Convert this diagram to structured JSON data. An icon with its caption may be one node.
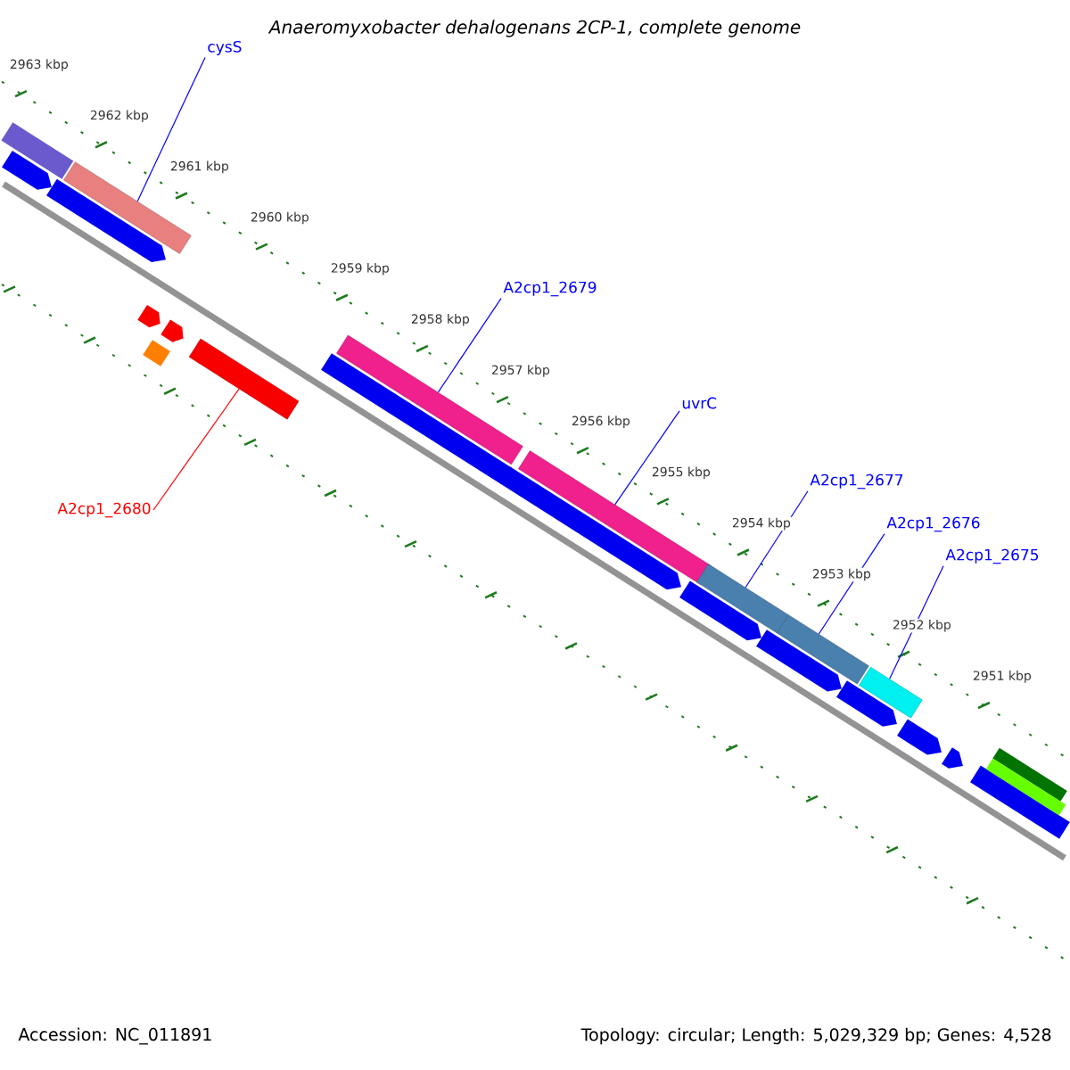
{
  "diagram": {
    "title": "Anaeromyxobacter dehalogenans 2CP-1, complete genome",
    "nodes": [
      {
        "text": [
          "cysS"
        ]
      },
      {
        "text": [
          "A2cp1_2679"
        ]
      },
      {
        "text": [
          "uvrC"
        ]
      },
      {
        "text": [
          "A2cp1_2677"
        ]
      },
      {
        "text": [
          "A2cp1_2680"
        ]
      },
      {
        "text": [
          "A2cp1_2676"
        ]
      },
      {
        "text": [
          "A2cp1_2675"
        ]
      },
      {
        "text": [],
        "shape": "bar"
      },
      {
        "text": [],
        "shape": "bar"
      },
      {
        "text": [],
        "shape": "bar"
      },
      {
        "text": [],
        "shape": "bar"
      },
      {
        "text": [],
        "shape": "bar"
      },
      {
        "text": [],
        "shape": "bar"
      },
      {
        "text": [],
        "shape": "bar"
      }
    ],
    "edges": [
      {
        "from": 0,
        "to": 7,
        "arrow": "none"
      },
      {
        "from": 1,
        "to": 9,
        "arrow": "none"
      },
      {
        "from": 2,
        "to": 10,
        "arrow": "none"
      },
      {
        "from": 3,
        "to": 11,
        "arrow": "none"
      },
      {
        "from": 4,
        "to": 8,
        "arrow": "none",
        "color": "#ff0000"
      },
      {
        "from": 5,
        "to": 12,
        "arrow": "none"
      },
      {
        "from": 6,
        "to": 13,
        "arrow": "none"
      }
    ],
    "labels": [
      "2963 kbp",
      "2962 kbp",
      "2961 kbp",
      "2960 kbp",
      "2959 kbp",
      "2958 kbp",
      "2957 kbp",
      "2956 kbp",
      "2955 kbp",
      "2954 kbp",
      "2953 kbp",
      "2952 kbp",
      "2951 kbp",
      "Accession: NC_011891",
      "Topology: circular; Length: 5,029,329 bp; Genes: 4,528"
    ]
  }
}
